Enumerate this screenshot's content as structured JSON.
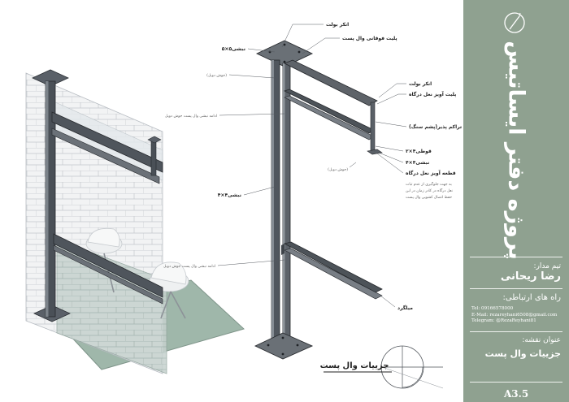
{
  "project_title": "پروژه دفتر ایساتیس",
  "designer": {
    "label": "تیم مدار:",
    "name": "رضا ریحانی"
  },
  "contacts": {
    "label": "راه های ارتباطی:",
    "phone": "Tel: 09166578000",
    "email": "E-Mail: rezareyhani6508@gmail.com",
    "telegram": "Telegram: @RezaReyhani81"
  },
  "drawing_title": {
    "label": "عنوان نقشه:",
    "value": "جزییات وال پست"
  },
  "sheet_number": "A3.5",
  "detail_caption": "جزییات وال پست",
  "callouts": {
    "anchor_bolt_top": "انکر بولت",
    "top_base_plate": "پلیت فوقانی وال پست",
    "beam_top": "نبشی۵×۵",
    "anchor_bolt_side": "انکر بولت",
    "hanger_plate": "پلیت آویز نعل درگاه",
    "insulation": "ماده تراکم پذیر(پشم سنگ)",
    "strap": "قوطی۴×۲",
    "angle_side": "نبشی۴×۴",
    "hanger_piece": "قطعه آویز نعل درگاه",
    "angle_left": "نبشی۴×۴",
    "post_label": "میلگرد",
    "note_weld_1": "(جوش دوبل)",
    "note_weld_2": "(جوش دوبل)",
    "note_angle_mid": "ادامه نبشی وال پست جوش دوبل",
    "note_angle_low": "ادامه نبشی وال پست جوش دوبل",
    "note_explain_1": "به جهت جلوگیری از عدم ثبات",
    "note_explain_2": "نعل درگاه در کادر زمان در این",
    "note_explain_3": "حفظ اتصال کشویی وال پست"
  }
}
